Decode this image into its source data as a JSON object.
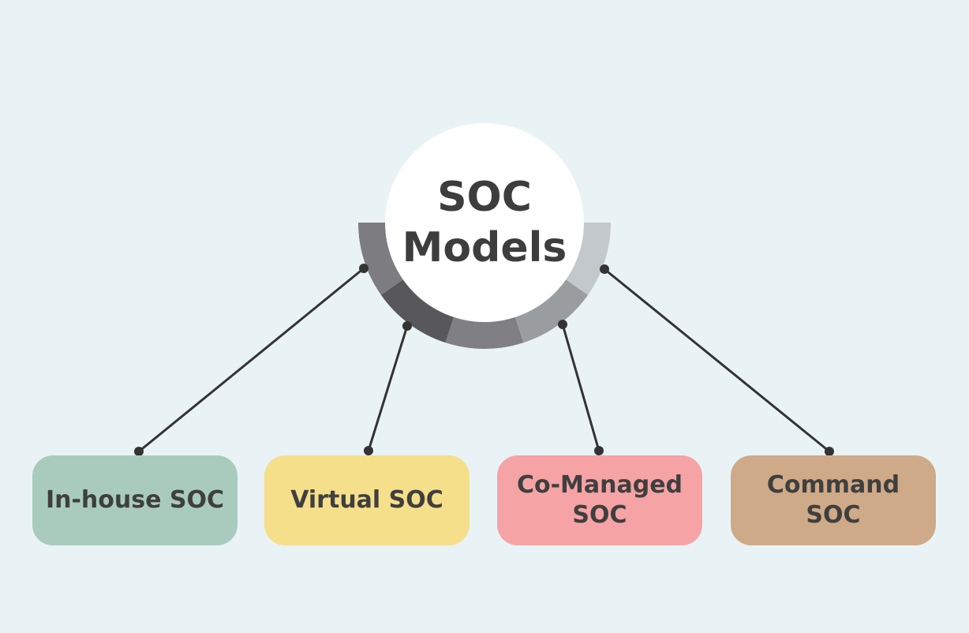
{
  "center": {
    "line1": "SOC",
    "line2": "Models"
  },
  "nodes": [
    {
      "label": "In-house SOC",
      "color": "#a8cbbd"
    },
    {
      "label": "Virtual SOC",
      "color": "#f6df8a"
    },
    {
      "label": "Co-Managed SOC",
      "color": "#f5a3a5"
    },
    {
      "label": "Command SOC",
      "color": "#cfaa88"
    }
  ],
  "colors": {
    "background": "#e9f3f5",
    "connector": "#333333",
    "arc_segments": [
      "#7d7c80",
      "#58575c",
      "#807f84",
      "#9a9da0",
      "#c2c8cb"
    ]
  }
}
